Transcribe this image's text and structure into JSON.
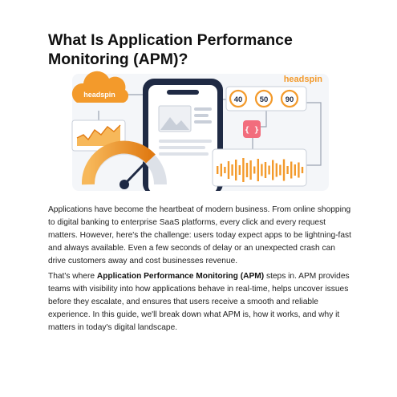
{
  "article": {
    "title": "What Is Application Performance Monitoring (APM)?",
    "paragraph1": "Applications have become the heartbeat of modern business. From online shopping to digital banking to enterprise SaaS platforms, every click and every request matters. However, here's the challenge: users today expect apps to be lightning-fast and always available. Even a few seconds of delay or an unexpected crash can drive customers away and cost businesses revenue.",
    "paragraph2_before": "That's where ",
    "paragraph2_bold": "Application Performance Monitoring (APM)",
    "paragraph2_after": " steps in. APM provides teams with visibility into how applications behave in real-time, helps uncover issues before they escalate, and ensures that users receive a smooth and reliable experience. In this guide, we'll break down what APM is, how it works, and why it matters in today's digital landscape."
  },
  "hero": {
    "brand_logo": "headspin",
    "cloud_label": "headspin",
    "scores": [
      "40",
      "50",
      "90"
    ],
    "code_icon": "{ }",
    "colors": {
      "orange": "#F39A2B",
      "orange_dark": "#E07A12",
      "navy": "#1F2A44",
      "pink": "#F26D7D",
      "light_gray": "#EEF0F4",
      "line_gray": "#9AA3B2"
    }
  }
}
